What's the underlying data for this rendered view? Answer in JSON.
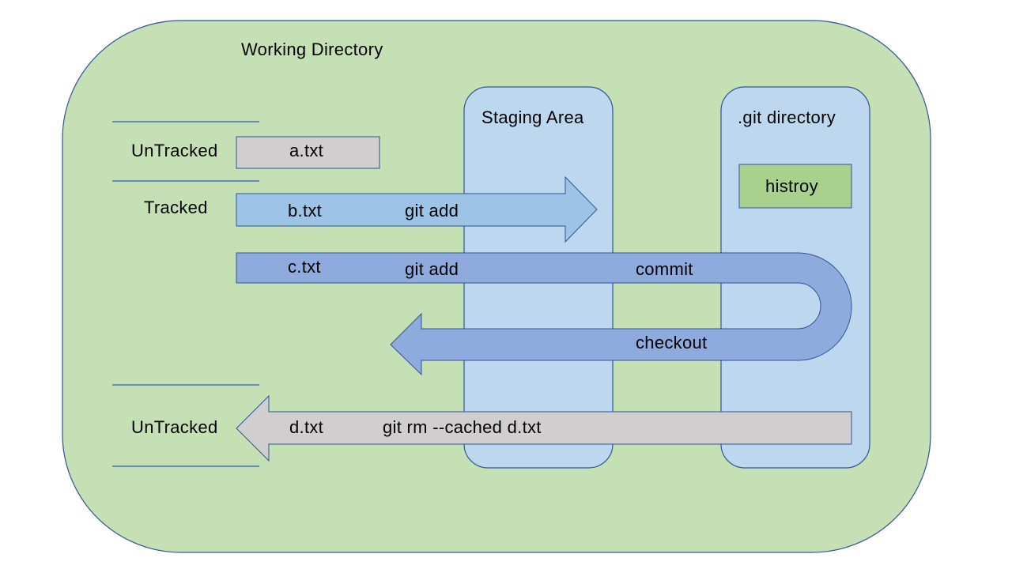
{
  "regions": {
    "working_directory": "Working Directory",
    "staging_area": "Staging Area",
    "git_directory": ".git directory"
  },
  "git_directory_box": {
    "history_label": "histroy"
  },
  "sections": {
    "untracked_top": "UnTracked",
    "tracked": "Tracked",
    "untracked_bottom": "UnTracked"
  },
  "files": {
    "a": "a.txt",
    "b": "b.txt",
    "c": "c.txt",
    "d": "d.txt"
  },
  "commands": {
    "b_add": "git add",
    "c_add": "git add",
    "commit": "commit",
    "checkout": "checkout",
    "rm_cached": "git rm --cached d.txt"
  },
  "colors": {
    "working_directory_fill": "#c5e0b4",
    "working_directory_stroke": "#2f5597",
    "column_fill": "#bdd7ee",
    "column_stroke": "#2f5597",
    "history_fill": "#a9d18e",
    "gray_fill": "#d0cece",
    "b_arrow_fill": "#9dc3e6",
    "c_arrow_fill": "#8faadc",
    "divider_line": "#4472c4"
  }
}
